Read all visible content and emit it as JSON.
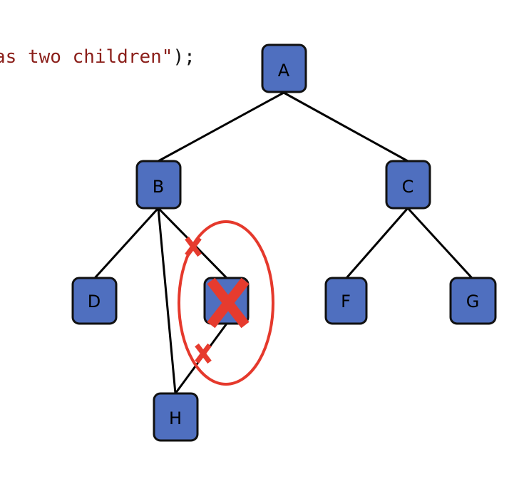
{
  "code_snippet": {
    "string_part": "as two children\"",
    "punct_part": ");"
  },
  "tree": {
    "node_labels": {
      "A": "A",
      "B": "B",
      "C": "C",
      "D": "D",
      "E": "",
      "F": "F",
      "G": "G",
      "H": "H"
    }
  },
  "colors": {
    "node_fill": "#4f6fbf",
    "node_stroke": "#111111",
    "edge": "#000000",
    "delete_mark": "#e63b2e",
    "highlight_ellipse": "#e5392c"
  }
}
